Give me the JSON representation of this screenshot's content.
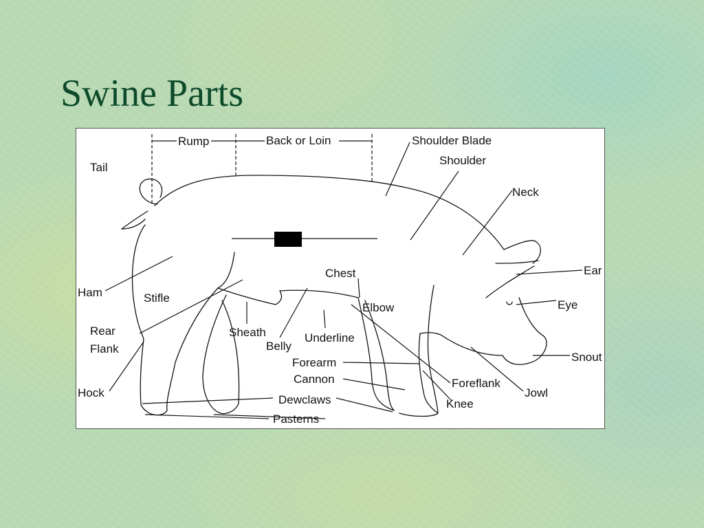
{
  "slide": {
    "title": "Swine Parts"
  },
  "diagram": {
    "labels": {
      "rump": "Rump",
      "back_or_loin": "Back or Loin",
      "shoulder_blade": "Shoulder Blade",
      "shoulder": "Shoulder",
      "tail": "Tail",
      "neck": "Neck",
      "ear": "Ear",
      "eye": "Eye",
      "snout": "Snout",
      "jowl": "Jowl",
      "chest": "Chest",
      "elbow": "Elbow",
      "ham": "Ham",
      "stifle": "Stifle",
      "rear": "Rear",
      "flank": "Flank",
      "sheath": "Sheath",
      "belly": "Belly",
      "underline": "Underline",
      "forearm": "Forearm",
      "cannon": "Cannon",
      "foreflank": "Foreflank",
      "knee": "Knee",
      "hock": "Hock",
      "dewclaws": "Dewclaws",
      "pasterns": "Pasterns"
    }
  },
  "colors": {
    "title": "#0d4a2a",
    "background": "#b8d9b4",
    "panel": "#ffffff"
  }
}
